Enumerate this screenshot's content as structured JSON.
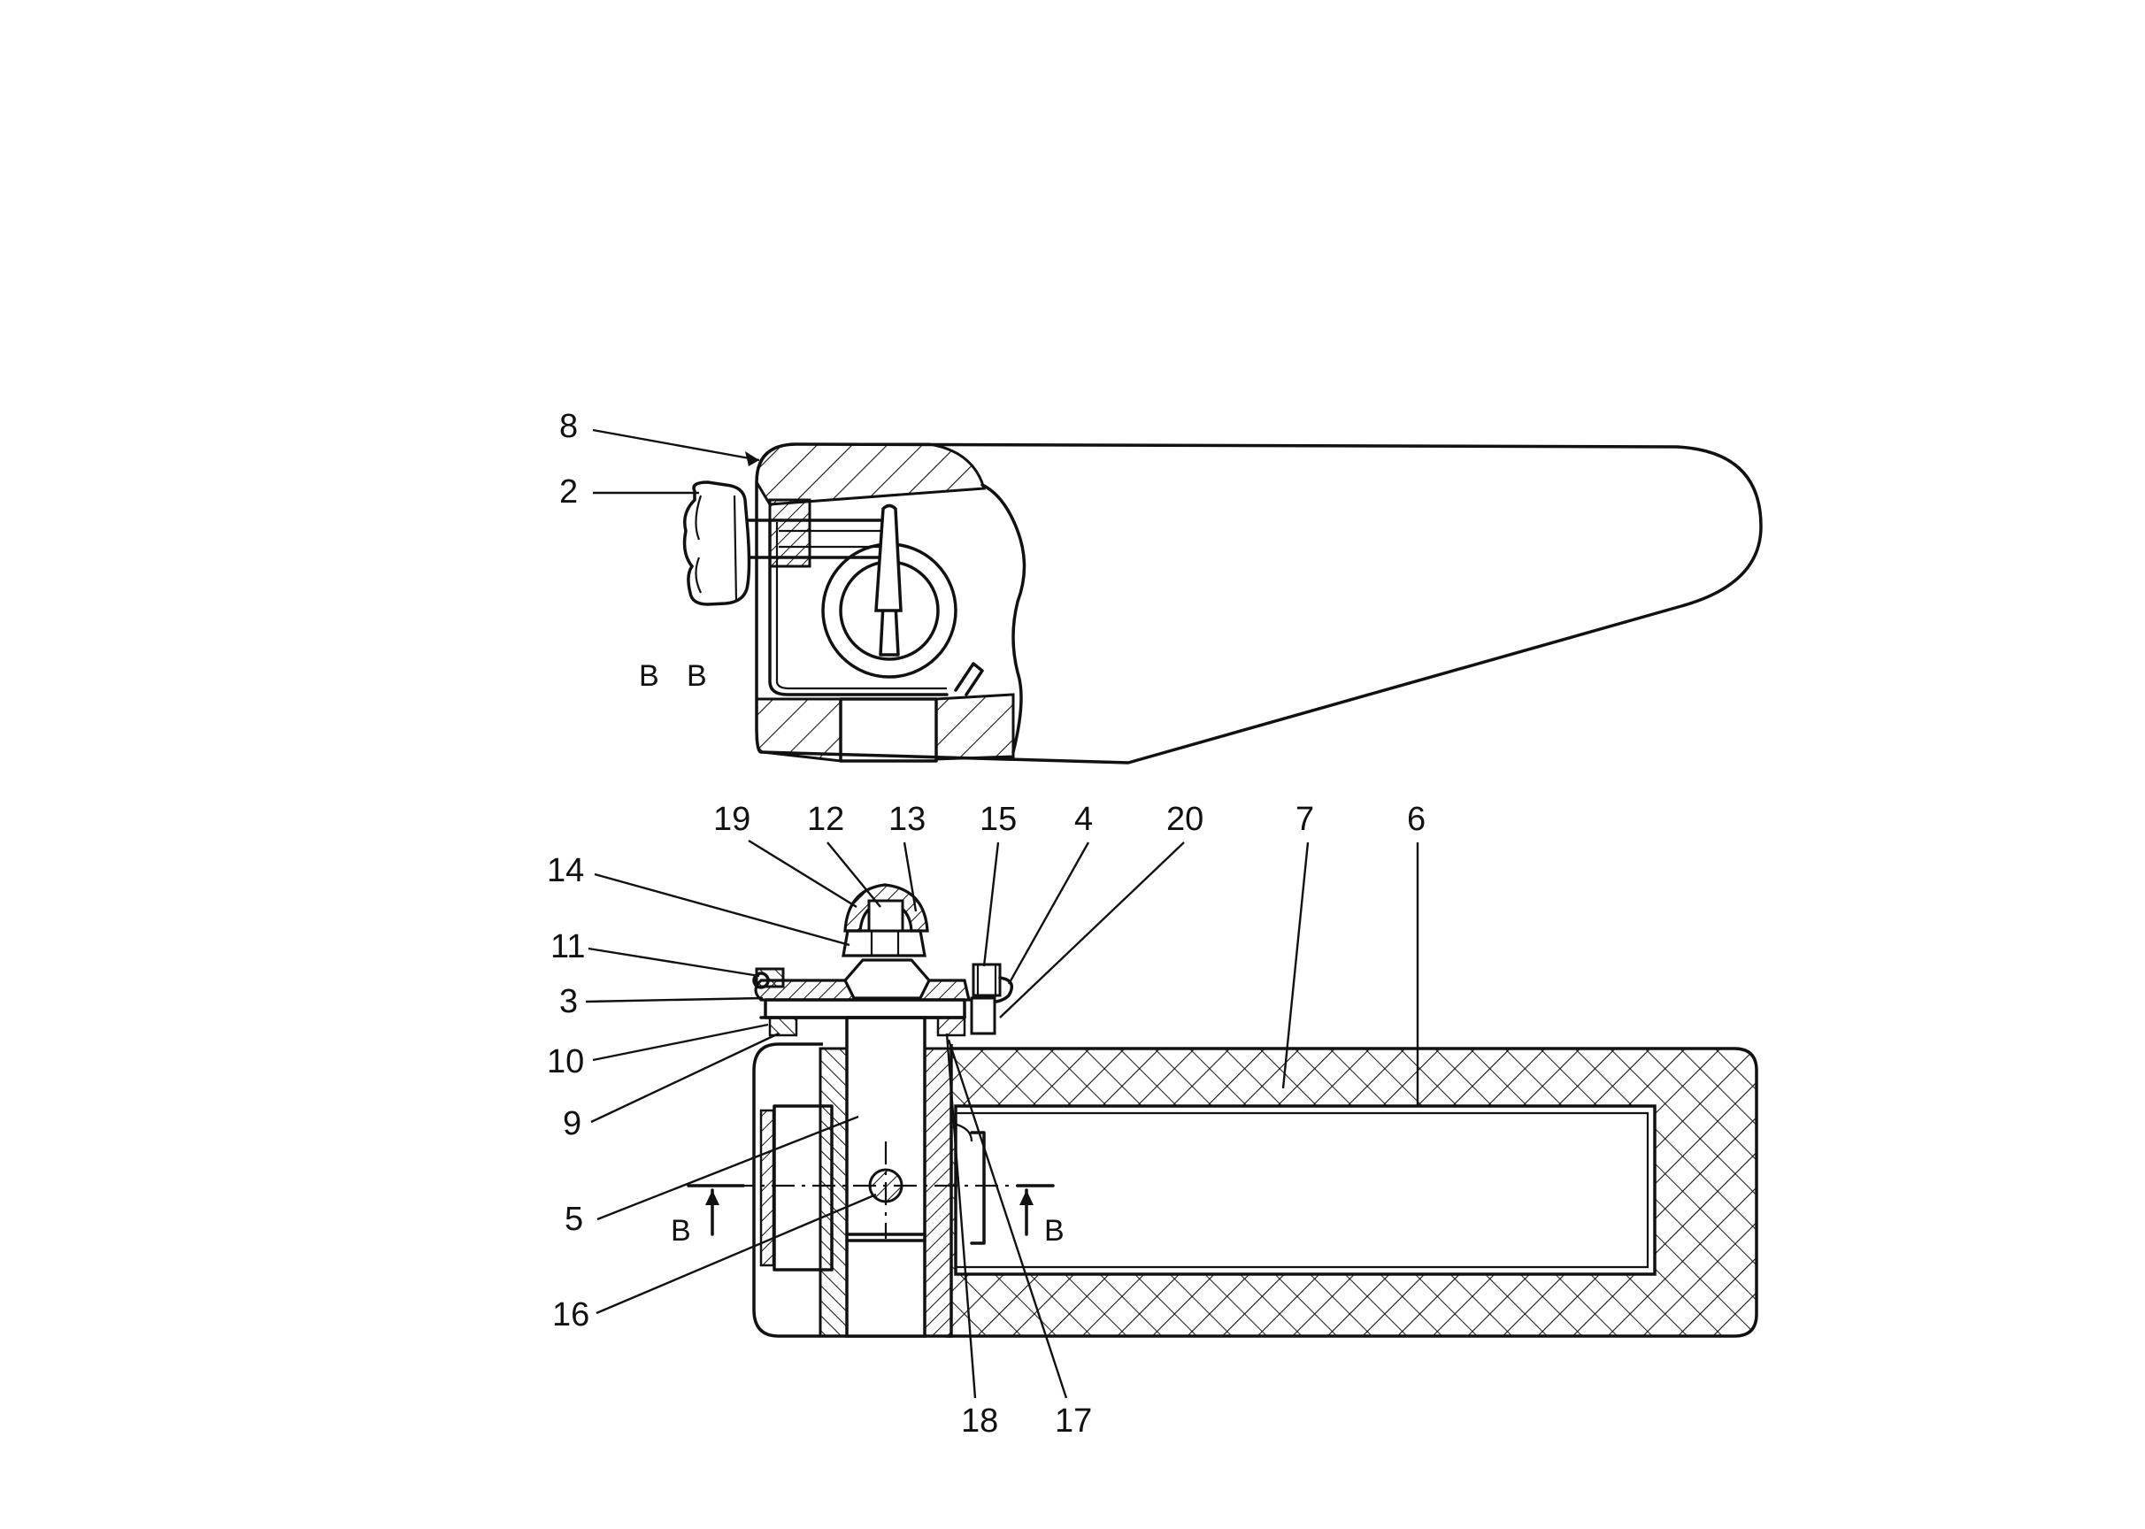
{
  "figure": {
    "top_view": {
      "labels": {
        "p8": "8",
        "p2": "2",
        "sectionB1": "B",
        "sectionB2": "B"
      }
    },
    "section_view": {
      "labels": {
        "p19": "19",
        "p12": "12",
        "p13": "13",
        "p15": "15",
        "p4": "4",
        "p20": "20",
        "p7": "7",
        "p6": "6",
        "p14": "14",
        "p11": "11",
        "p3": "3",
        "p10": "10",
        "p9": "9",
        "p5": "5",
        "p16": "16",
        "p18": "18",
        "p17": "17",
        "sectionBLeft": "B",
        "sectionBRight": "B"
      }
    }
  }
}
